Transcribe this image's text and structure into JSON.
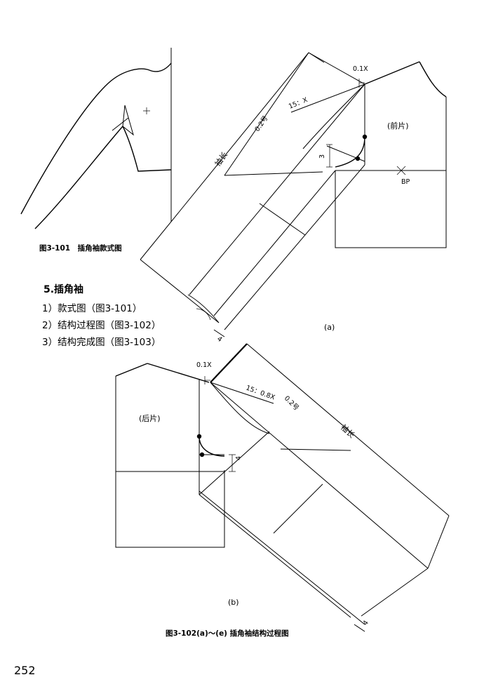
{
  "captions": {
    "fig101": "图3-101　插角袖款式图",
    "fig102": "图3-102(a)～(e)  插角袖结构过程图"
  },
  "section": {
    "heading": "5.插角袖",
    "items": [
      "1）款式图（图3-101）",
      "2）结构过程图（图3-102）",
      "3）结构完成图（图3-103）"
    ]
  },
  "diagram_a": {
    "sublabel": "(a)",
    "front_piece": "(前片)",
    "bp": "BP",
    "ratio": "15：X",
    "offset": "0.1X",
    "measure_02": "0.2号",
    "sleeve_length": "袖长",
    "dim_3": "3",
    "dim_4": "4"
  },
  "diagram_b": {
    "sublabel": "(b)",
    "back_piece": "(后片)",
    "ratio": "15：0.8X",
    "offset": "0.1X",
    "measure_02": "0.2号",
    "sleeve_length": "袖长",
    "dim_4a": "4",
    "dim_4b": "4"
  },
  "page_number": "252"
}
